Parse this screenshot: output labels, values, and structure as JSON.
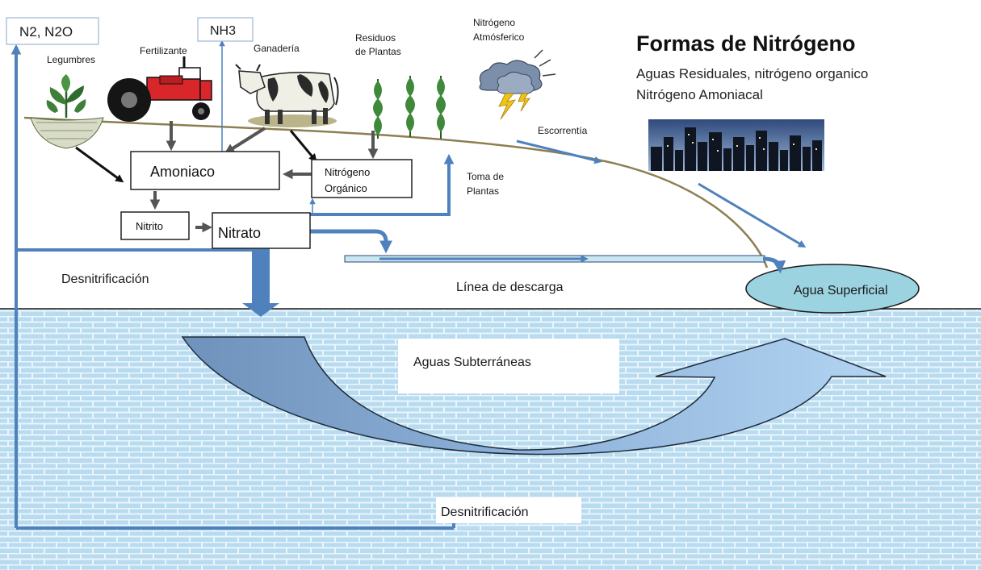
{
  "title": "Formas de Nitrógeno",
  "subtitle_lines": [
    "Aguas Residuales, nitrógeno organico",
    "Nitrógeno Amoniacal"
  ],
  "gas_outputs": {
    "n2_n2o": "N2, N2O",
    "nh3": "NH3"
  },
  "sources": {
    "legumbres": "Legumbres",
    "fertilizante": "Fertilizante",
    "ganaderia": "Ganadería",
    "residuos": [
      "Residuos",
      "de Plantas"
    ],
    "atmosferico": [
      "Nitrógeno",
      "Atmósferico"
    ]
  },
  "process_boxes": {
    "amoniaco": "Amoniaco",
    "nitrogeno_organico": [
      "Nitrógeno",
      "Orgánico"
    ],
    "nitrito": "Nitrito",
    "nitrato": "Nitrato"
  },
  "flows": {
    "escorrentia": "Escorrentía",
    "toma_plantas": [
      "Toma de",
      "Plantas"
    ],
    "desnitrificacion_top": "Desnitrificación",
    "linea_descarga": "Línea de descarga",
    "agua_superficial": "Agua Superficial",
    "aguas_subterraneas": "Aguas Subterráneas",
    "desnitrificacion_bottom": "Desnitrificación"
  },
  "colors": {
    "flow_blue": "#4f81bd",
    "arrow_gray": "#555555",
    "ground_line": "#8c7f52",
    "water_fill": "#9bd3e0",
    "brick_bg": "#b5d7ec",
    "tractor_red": "#d8262b"
  },
  "icons": [
    "legume-plant-icon",
    "tractor-icon",
    "cow-icon",
    "plant-residue-icon",
    "storm-cloud-icon",
    "city-skyline-icon"
  ]
}
